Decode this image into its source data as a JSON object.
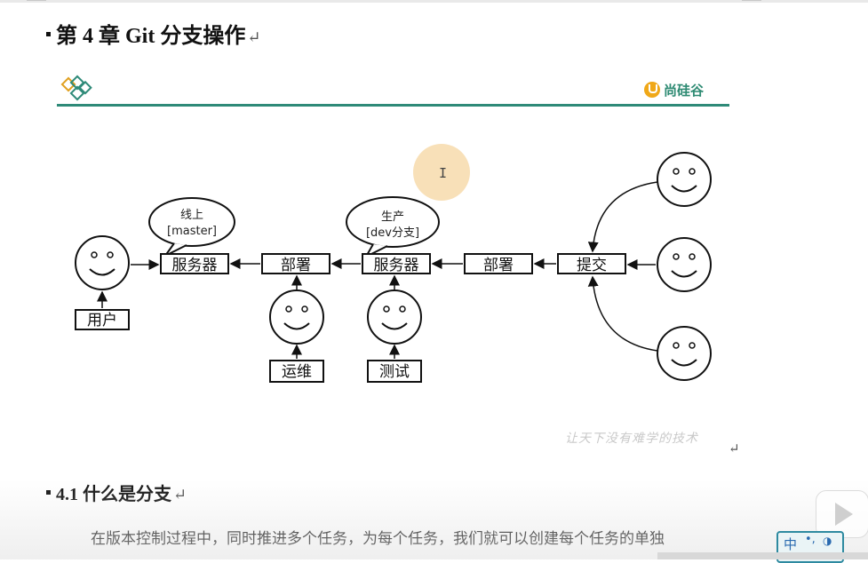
{
  "document": {
    "chapter_heading": "第 4 章  Git 分支操作",
    "section_heading": "4.1  什么是分支",
    "paragraph": "在版本控制过程中，同时推进多个任务，为每个任务，我们就可以创建每个任务的单独",
    "return_mark": "↵"
  },
  "banner": {
    "logo_text": "尚硅谷",
    "line_color": "#2e8a78",
    "logo_color": "#2d8a72"
  },
  "diagram": {
    "cloud_master_line1": "线上",
    "cloud_master_line2": "[master]",
    "cloud_dev_line1": "生产",
    "cloud_dev_line2": "[dev分支]",
    "server_left": "服务器",
    "deploy_left": "部署",
    "server_right": "服务器",
    "deploy_right": "部署",
    "commit": "提交",
    "user": "用户",
    "ops": "运维",
    "test": "测试"
  },
  "watermark": {
    "slogan": "让天下没有难学的技术"
  },
  "ime": {
    "label": "中"
  }
}
